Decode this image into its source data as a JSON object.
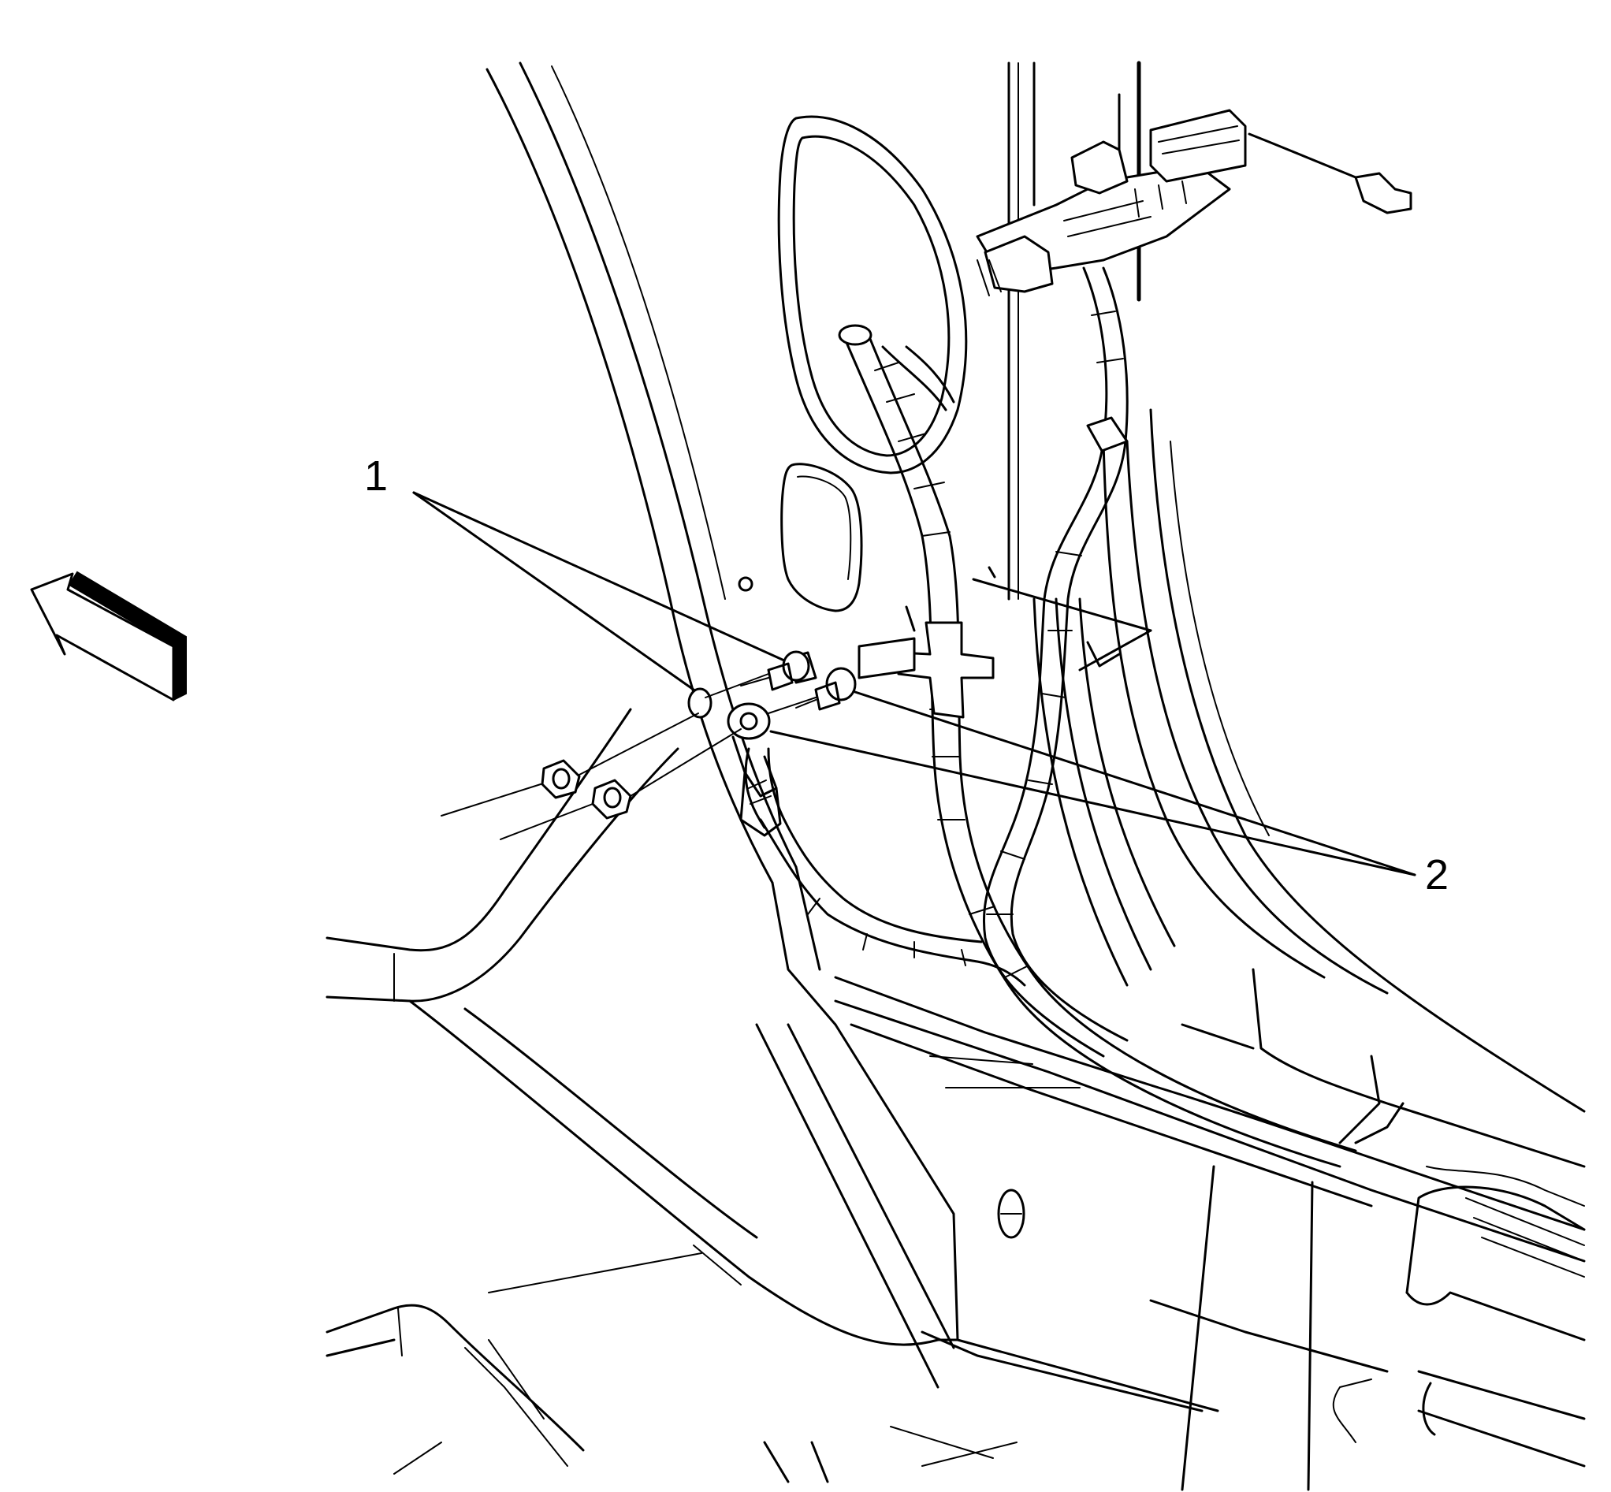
{
  "callouts": [
    {
      "id": "1",
      "label": "1"
    },
    {
      "id": "2",
      "label": "2"
    }
  ],
  "colors": {
    "ink": "#000000",
    "paper": "#ffffff"
  },
  "icons": [
    "direction-arrow-icon"
  ]
}
